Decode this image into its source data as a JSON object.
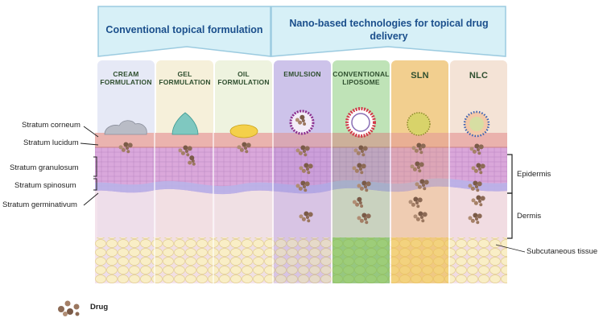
{
  "banners": {
    "left": "Conventional topical formulation",
    "right_line1": "Nano-based technologies for topical drug",
    "right_line2": "delivery"
  },
  "panels": [
    {
      "line1": "CREAM",
      "line2": "FORMULATION",
      "color": "#e6e9f6"
    },
    {
      "line1": "GEL",
      "line2": "FORMULATION",
      "color": "#f6f0da"
    },
    {
      "line1": "OIL",
      "line2": "FORMULATION",
      "color": "#eef3df"
    },
    {
      "line1": "EMULSION",
      "line2": "",
      "color": "#cdc3ea"
    },
    {
      "line1": "CONVENTIONAL",
      "line2": "LIPOSOME",
      "color": "#bfe3b7"
    },
    {
      "line1": "SLN",
      "line2": "",
      "color": "#f2cf8f"
    },
    {
      "line1": "NLC",
      "line2": "",
      "color": "#f4e3d6"
    }
  ],
  "skin_layers": [
    "Stratum corneum",
    "Stratum lucidum",
    "Stratum granulosum",
    "Stratum spinosum",
    "Stratum germinativum"
  ],
  "regions": {
    "epidermis": "Epidermis",
    "dermis": "Dermis",
    "subcutaneous": "Subcutaneous tissue"
  },
  "legend": {
    "drug": "Drug"
  },
  "colors": {
    "banner_fill": "#d7f0f7",
    "banner_stroke": "#9ccbe0",
    "banner_text": "#1b4f8c",
    "stratum_corneum": "#e8a7a0",
    "epidermis": "#d49ad8",
    "basal": "#b9b3e8",
    "dermis": "#f0d9e6",
    "subcutaneous": "#fbf0c8",
    "drug": "#8c6a55"
  }
}
